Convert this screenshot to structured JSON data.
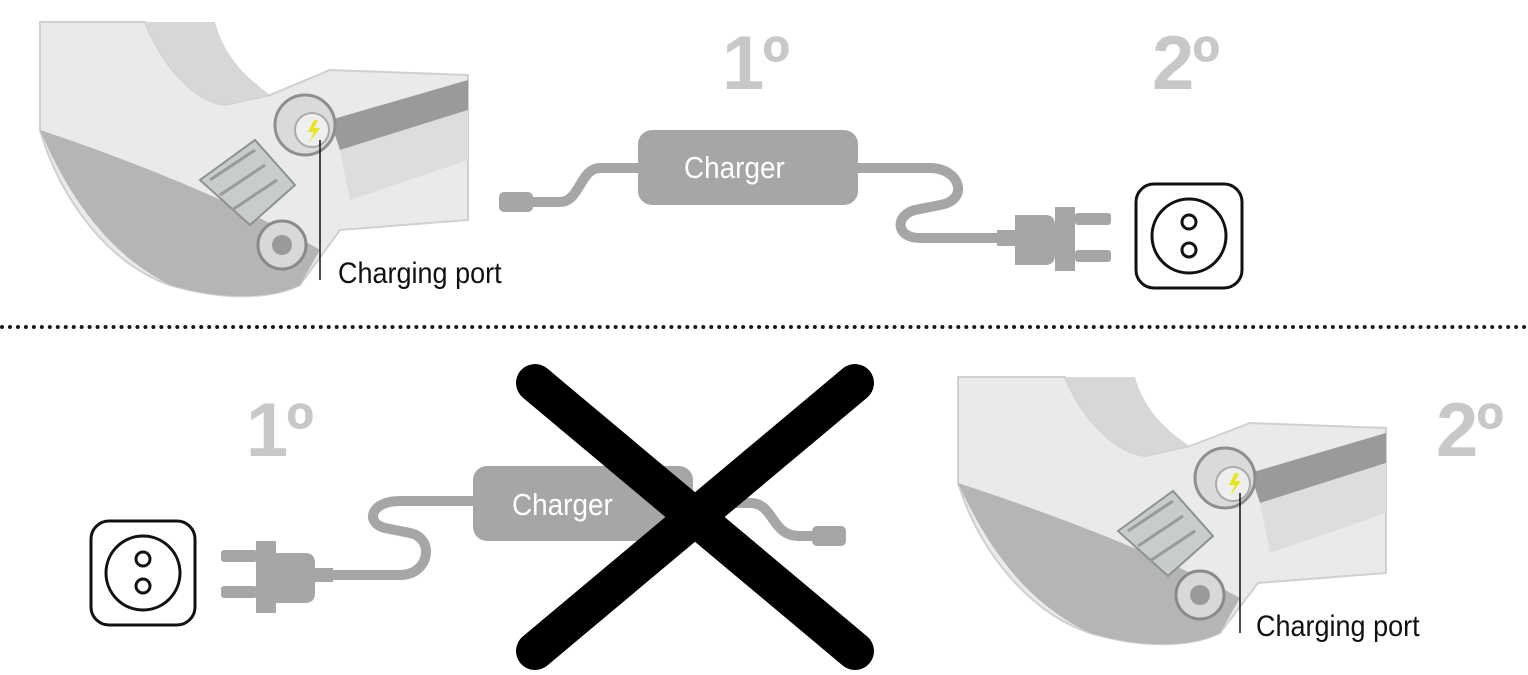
{
  "top_panel": {
    "step_first": "1º",
    "step_second": "2º",
    "charger_label": "Charger",
    "port_label": "Charging port"
  },
  "bottom_panel": {
    "step_first": "1º",
    "step_second": "2º",
    "charger_label": "Charger",
    "port_label": "Charging port"
  },
  "icons": {
    "bike_frame": "bike-frame-icon",
    "charger": "charger-icon",
    "plug": "plug-icon",
    "socket": "wall-socket-icon",
    "lightning": "lightning-icon",
    "prohibited": "cross-mark-icon"
  },
  "colors": {
    "step_number": "#c8c8c8",
    "charger_body": "#a6a6a6",
    "cable": "#a6a6a6",
    "lightning": "#e6e619",
    "cross": "#000000"
  }
}
